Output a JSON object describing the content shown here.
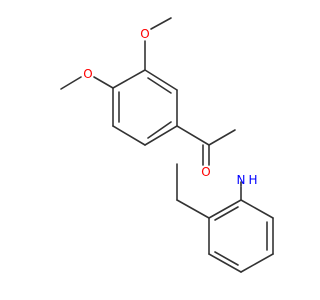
{
  "molecule": {
    "atoms": {
      "o_upper": {
        "symbol": "O",
        "color": "#ff0000"
      },
      "o_left": {
        "symbol": "O",
        "color": "#ff0000"
      },
      "o_carbonyl": {
        "symbol": "O",
        "color": "#ff0000"
      },
      "n_amide": {
        "symbol": "N",
        "color": "#0000ff"
      },
      "h_amide": {
        "symbol": "H",
        "color": "#0000ff"
      }
    },
    "bond_color": "#333333",
    "background": "#ffffff"
  }
}
